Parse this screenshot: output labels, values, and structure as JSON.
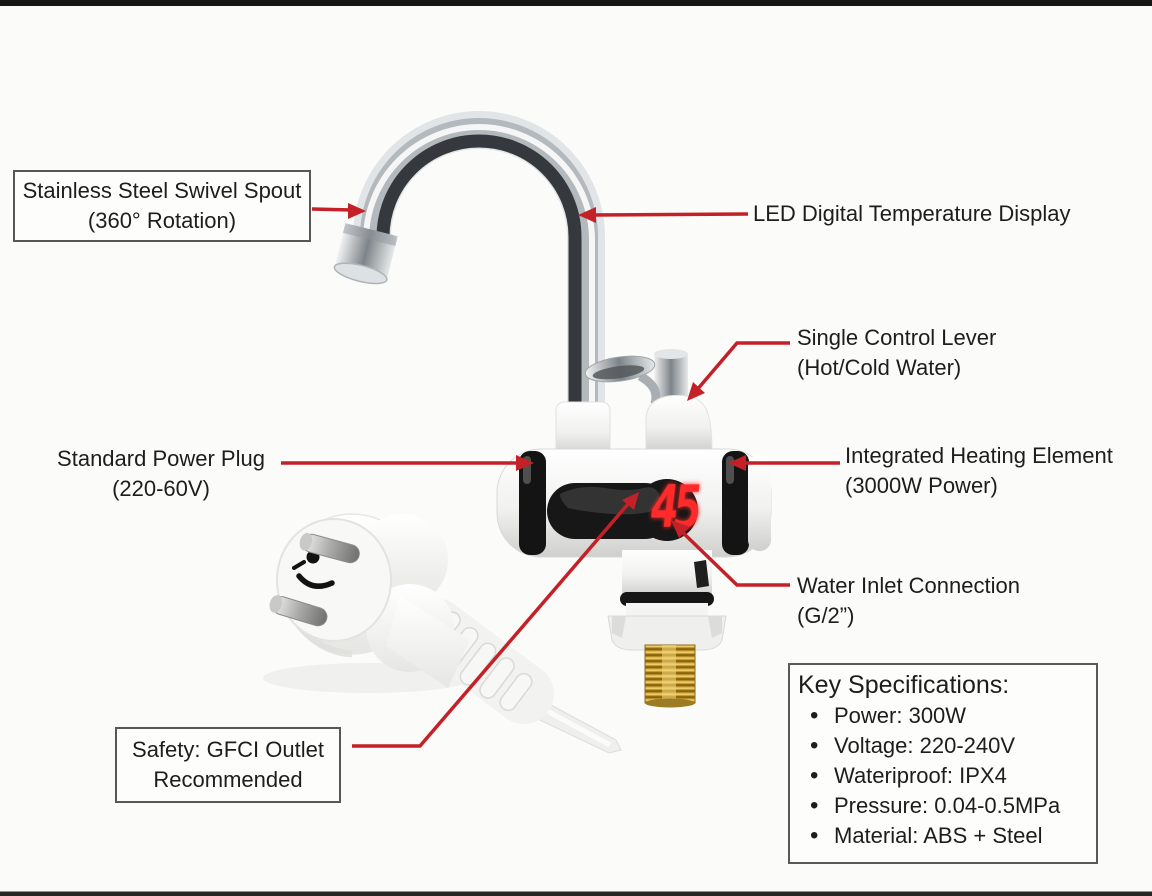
{
  "meta": {
    "kind": "annotated-product-diagram",
    "product": "instant heating faucet water heater"
  },
  "frame": {
    "background": "#fbfbfa",
    "top_bar_color": "#161616",
    "bottom_bar_color": "#262626"
  },
  "style": {
    "accent_line_color": "#c32127",
    "label_text_color": "#1d1d1d",
    "label_box_border_color": "#57575a"
  },
  "display": {
    "reading": "45",
    "digit_color": "#ff2b2b"
  },
  "labels": {
    "spout": {
      "line1": "Stainless Steel Swivel Spout",
      "line2": "(360° Rotation)"
    },
    "led": {
      "line1": "LED Digital Temperature Display"
    },
    "lever": {
      "line1": "Single Control Lever",
      "line2": "(Hot/Cold Water)"
    },
    "plug": {
      "line1": "Standard Power Plug",
      "line2": "(220-60V)"
    },
    "heater": {
      "line1": "Integrated Heating Element",
      "line2": "(3000W Power)"
    },
    "inlet": {
      "line1": "Water Inlet Connection",
      "line2": "(G/2”)"
    },
    "safety": {
      "line1": "Safety: GFCI Outlet",
      "line2": "Recommended"
    }
  },
  "specifications": {
    "title": "Key Specifications:",
    "bullet": "•",
    "items": [
      "Power: 300W",
      "Voltage: 220-240V",
      "Wateriproof: IPX4",
      "Pressure: 0.04-0.5MPa",
      "Material: ABS + Steel"
    ]
  }
}
